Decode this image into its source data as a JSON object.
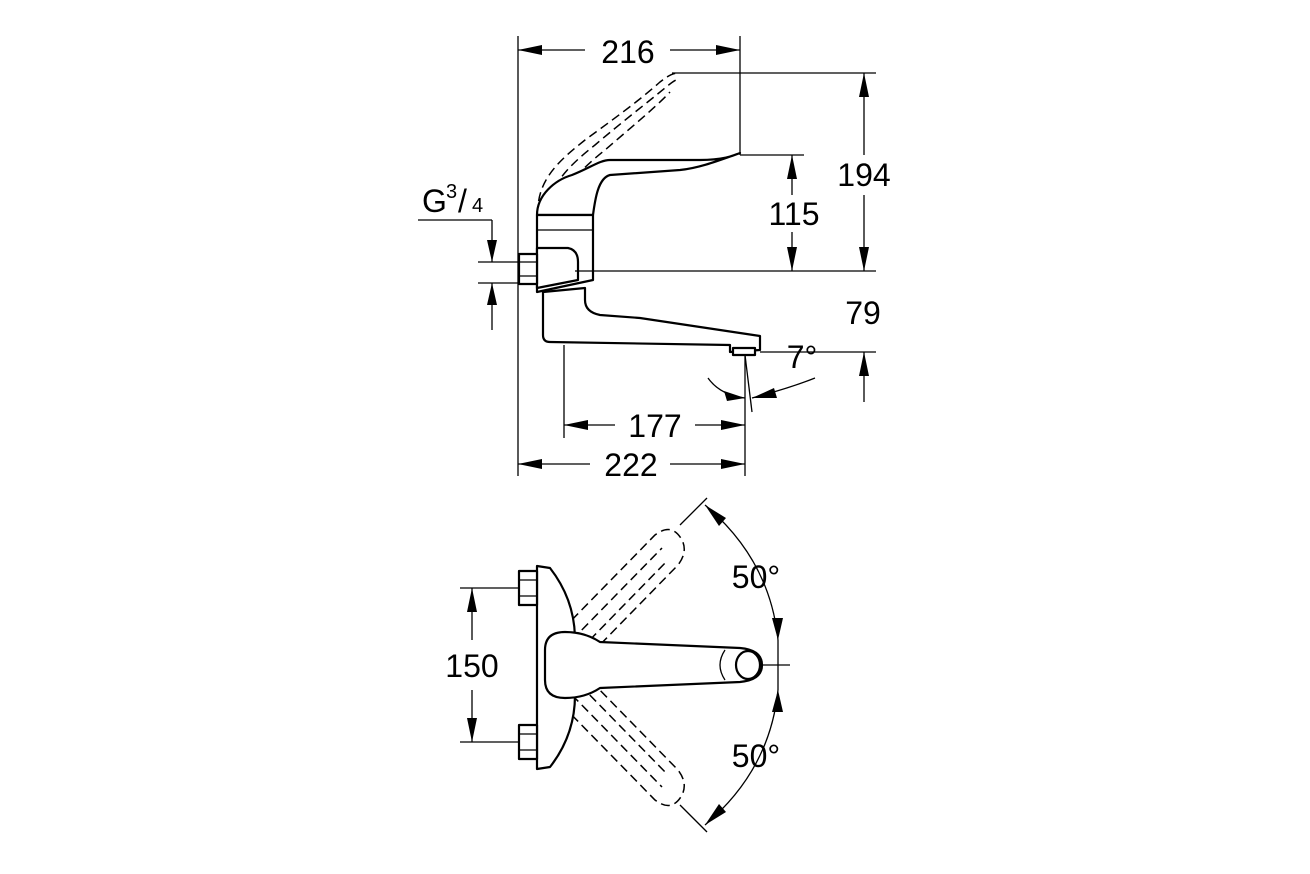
{
  "side_view": {
    "dim_top_width": "216",
    "dim_height_total": "194",
    "dim_height_lever": "115",
    "dim_spout_height": "79",
    "dim_spout_angle": "7°",
    "dim_spout_reach": "177",
    "dim_total_width": "222",
    "thread_g": "G",
    "thread_num": "3",
    "thread_slash": "/",
    "thread_den": "4"
  },
  "top_view": {
    "dim_centers": "150",
    "angle_upper": "50°",
    "angle_lower": "50°"
  }
}
